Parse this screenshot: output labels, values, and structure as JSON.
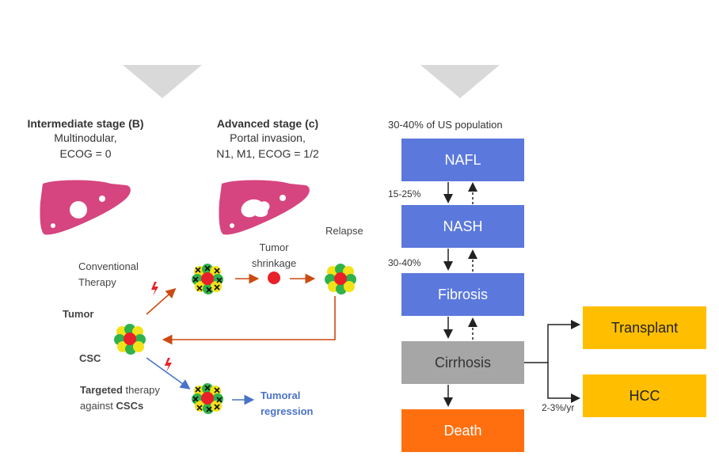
{
  "left": {
    "intermediate": {
      "title": "Intermediate stage (B)",
      "line1": "Multinodular,",
      "line2": "ECOG = 0"
    },
    "advanced": {
      "title": "Advanced stage (c)",
      "line1": "Portal invasion,",
      "line2": "N1, M1, ECOG = 1/2"
    },
    "labels": {
      "conventional_line1": "Conventional",
      "conventional_line2": "Therapy",
      "tumor_shrinkage_line1": "Tumor",
      "tumor_shrinkage_line2": "shrinkage",
      "relapse": "Relapse",
      "tumor": "Tumor",
      "csc": "CSC",
      "targeted_bold": "Targeted",
      "targeted_rest": " therapy",
      "against": "against ",
      "cscs": "CSCs",
      "regression_line1": "Tumoral",
      "regression_line2": "regression"
    }
  },
  "right": {
    "population_label": "30-40% of US population",
    "stages": {
      "nafl": "NAFL",
      "nash": "NASH",
      "fibrosis": "Fibrosis",
      "cirrhosis": "Cirrhosis",
      "death": "Death",
      "transplant": "Transplant",
      "hcc": "HCC"
    },
    "rates": {
      "nafl_to_nash": "15-25%",
      "nash_to_fibrosis": "30-40%",
      "cirrhosis_to_hcc": "2-3%/yr"
    }
  },
  "colors": {
    "blue_box": "#5b78dc",
    "grey_box": "#a6a6a6",
    "orange_box": "#ff6f0f",
    "yellow_box": "#ffbf00",
    "liver": "#d6457f",
    "arrow_orange": "#cc4a10",
    "arrow_blue": "#4a72c9",
    "lightning": "#e8202a"
  }
}
